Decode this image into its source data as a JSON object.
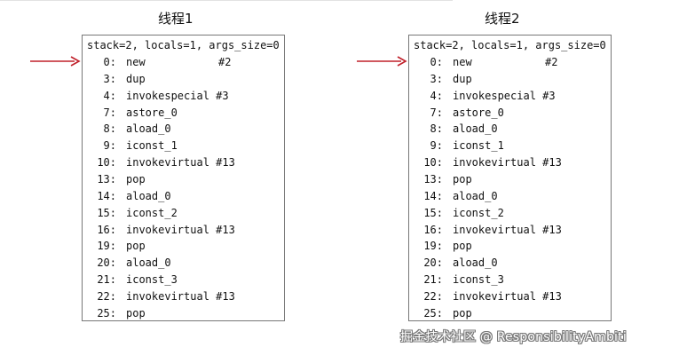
{
  "threads": [
    {
      "title": "线程1",
      "header": "stack=2, locals=1, args_size=0",
      "instructions": [
        {
          "offset": "0:",
          "opcode": "new",
          "arg": "#2"
        },
        {
          "offset": "3:",
          "opcode": "dup",
          "arg": ""
        },
        {
          "offset": "4:",
          "opcode": "invokespecial #3",
          "arg": ""
        },
        {
          "offset": "7:",
          "opcode": "astore_0",
          "arg": ""
        },
        {
          "offset": "8:",
          "opcode": "aload_0",
          "arg": ""
        },
        {
          "offset": "9:",
          "opcode": "iconst_1",
          "arg": ""
        },
        {
          "offset": "10:",
          "opcode": "invokevirtual #13",
          "arg": ""
        },
        {
          "offset": "13:",
          "opcode": "pop",
          "arg": ""
        },
        {
          "offset": "14:",
          "opcode": "aload_0",
          "arg": ""
        },
        {
          "offset": "15:",
          "opcode": "iconst_2",
          "arg": ""
        },
        {
          "offset": "16:",
          "opcode": "invokevirtual #13",
          "arg": ""
        },
        {
          "offset": "19:",
          "opcode": "pop",
          "arg": ""
        },
        {
          "offset": "20:",
          "opcode": "aload_0",
          "arg": ""
        },
        {
          "offset": "21:",
          "opcode": "iconst_3",
          "arg": ""
        },
        {
          "offset": "22:",
          "opcode": "invokevirtual #13",
          "arg": ""
        },
        {
          "offset": "25:",
          "opcode": "pop",
          "arg": ""
        }
      ],
      "pointer_index": 0
    },
    {
      "title": "线程2",
      "header": "stack=2, locals=1, args_size=0",
      "instructions": [
        {
          "offset": "0:",
          "opcode": "new",
          "arg": "#2"
        },
        {
          "offset": "3:",
          "opcode": "dup",
          "arg": ""
        },
        {
          "offset": "4:",
          "opcode": "invokespecial #3",
          "arg": ""
        },
        {
          "offset": "7:",
          "opcode": "astore_0",
          "arg": ""
        },
        {
          "offset": "8:",
          "opcode": "aload_0",
          "arg": ""
        },
        {
          "offset": "9:",
          "opcode": "iconst_1",
          "arg": ""
        },
        {
          "offset": "10:",
          "opcode": "invokevirtual #13",
          "arg": ""
        },
        {
          "offset": "13:",
          "opcode": "pop",
          "arg": ""
        },
        {
          "offset": "14:",
          "opcode": "aload_0",
          "arg": ""
        },
        {
          "offset": "15:",
          "opcode": "iconst_2",
          "arg": ""
        },
        {
          "offset": "16:",
          "opcode": "invokevirtual #13",
          "arg": ""
        },
        {
          "offset": "19:",
          "opcode": "pop",
          "arg": ""
        },
        {
          "offset": "20:",
          "opcode": "aload_0",
          "arg": ""
        },
        {
          "offset": "21:",
          "opcode": "iconst_3",
          "arg": ""
        },
        {
          "offset": "22:",
          "opcode": "invokevirtual #13",
          "arg": ""
        },
        {
          "offset": "25:",
          "opcode": "pop",
          "arg": ""
        }
      ],
      "pointer_index": 0
    }
  ],
  "arrow_color": "#c0202a",
  "watermark": "掘金技术社区 @ ResponsibilityAmbiti"
}
